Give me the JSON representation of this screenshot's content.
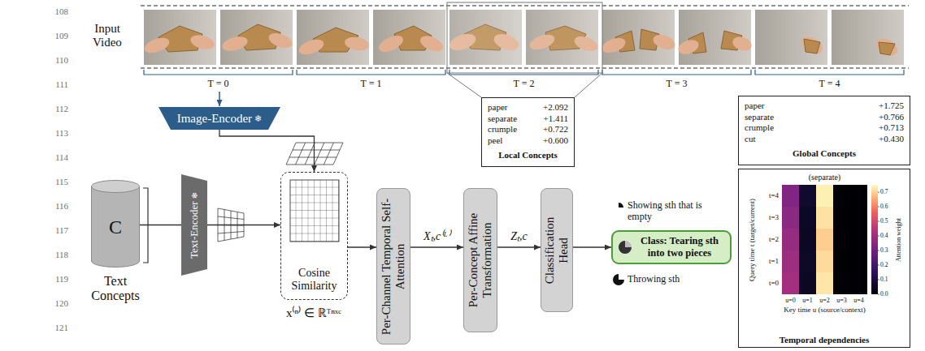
{
  "diagram": {
    "nodes": [
      {
        "text": [
          "paper",
          "+2.092",
          "separate",
          "+1.411",
          "crumple",
          "+0.722",
          "peel",
          "+0.600",
          "Local Concepts"
        ]
      },
      {
        "text": [
          "Image-Encoder",
          "❄"
        ]
      },
      {
        "text": [
          "paper",
          "+1.725",
          "separate",
          "+0.766",
          "crumple",
          "+0.713",
          "cut",
          "+0.430",
          "Global Concepts"
        ]
      },
      {
        "text": [
          "Temporal dependencies"
        ]
      },
      {
        "text": [
          "C",
          "Text Concepts"
        ]
      },
      {
        "text": [
          "Text-Encoder",
          "❄"
        ]
      },
      {
        "text": [
          "Cosine Similarity"
        ]
      },
      {
        "text": [
          "Per-Channel Temporal Self-Attention"
        ]
      },
      {
        "text": [
          "Per-Concept Affine Transformation"
        ]
      },
      {
        "text": [
          "Classification Head"
        ]
      },
      {
        "text": [
          "Class: Tearing sth into two pieces"
        ]
      }
    ],
    "edges": [
      {
        "from": 1,
        "to": 6,
        "arrow": "to"
      },
      {
        "from": 4,
        "to": 5,
        "arrow": "none"
      },
      {
        "from": 5,
        "to": 6,
        "arrow": "to"
      },
      {
        "from": 6,
        "to": 7,
        "arrow": "to"
      },
      {
        "from": 7,
        "to": 8,
        "label": "Xₜ,c⁽ᴸ⁾",
        "arrow": "to"
      },
      {
        "from": 8,
        "to": 9,
        "label": "Zₜ,c",
        "arrow": "to"
      },
      {
        "from": 9,
        "to": 10,
        "arrow": "to"
      }
    ],
    "labels": [
      "108",
      "109",
      "110",
      "111",
      "112",
      "113",
      "114",
      "115",
      "116",
      "117",
      "118",
      "119",
      "120",
      "121",
      "Input Video",
      "T = 0",
      "T = 1",
      "T = 2",
      "T = 3",
      "T = 4",
      "x⁽ⁿ⁾ ∈ ℝᵀⁿˣᶜ",
      "Showing sth that is empty",
      "Throwing sth",
      "(separate)",
      "Query time t (target/current)",
      "t=4",
      "t=3",
      "t=2",
      "t=1",
      "t=0",
      "u=0",
      "u=1",
      "u=2",
      "u=3",
      "u=4",
      "Key time u (source/context)",
      "0.7",
      "0.6",
      "0.5",
      "0.4",
      "0.3",
      "0.2",
      "0.1",
      "0.0",
      "Attention weight"
    ]
  }
}
